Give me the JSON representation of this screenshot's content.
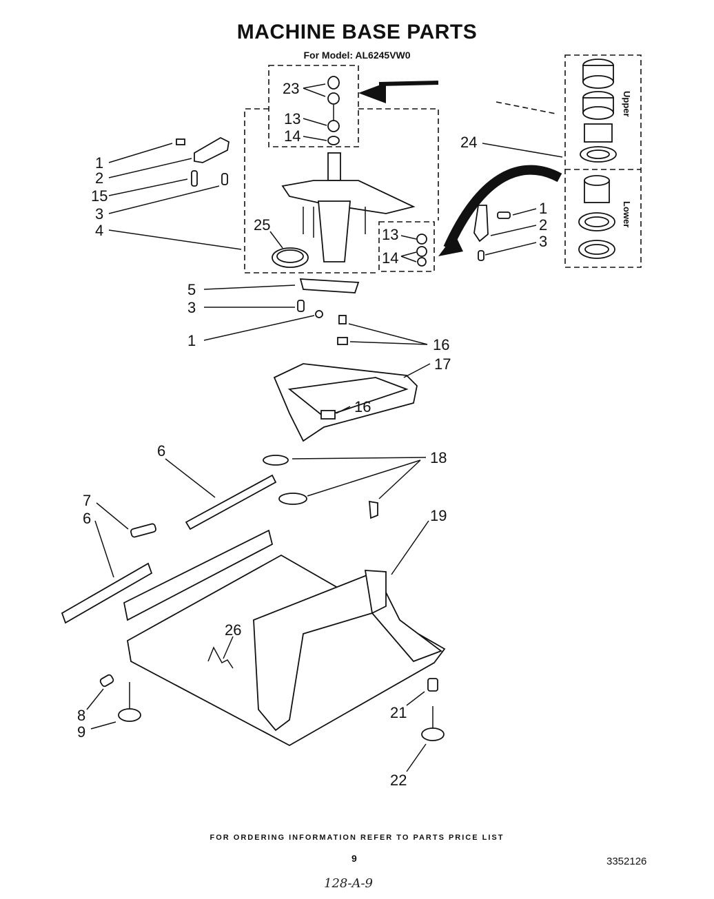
{
  "header": {
    "title": "MACHINE BASE PARTS",
    "subtitle": "For Model: AL6245VW0"
  },
  "bearing_box": {
    "upper_label": "Upper",
    "lower_label": "Lower"
  },
  "callouts": {
    "c23": "23",
    "c13a": "13",
    "c14a": "14",
    "c1a": "1",
    "c2a": "2",
    "c15": "15",
    "c3a": "3",
    "c4": "4",
    "c25": "25",
    "c5": "5",
    "c3b": "3",
    "c1b": "1",
    "c24": "24",
    "c1c": "1",
    "c2c": "2",
    "c3c": "3",
    "c13b": "13",
    "c14b": "14",
    "c16a": "16",
    "c17": "17",
    "c16b": "16",
    "c6a": "6",
    "c18": "18",
    "c7": "7",
    "c6b": "6",
    "c19": "19",
    "c26": "26",
    "c8": "8",
    "c9": "9",
    "c21": "21",
    "c22": "22"
  },
  "footer": {
    "note": "FOR ORDERING INFORMATION REFER TO PARTS PRICE LIST",
    "page": "9",
    "doc_number": "3352126",
    "handwritten": "128-A-9"
  }
}
